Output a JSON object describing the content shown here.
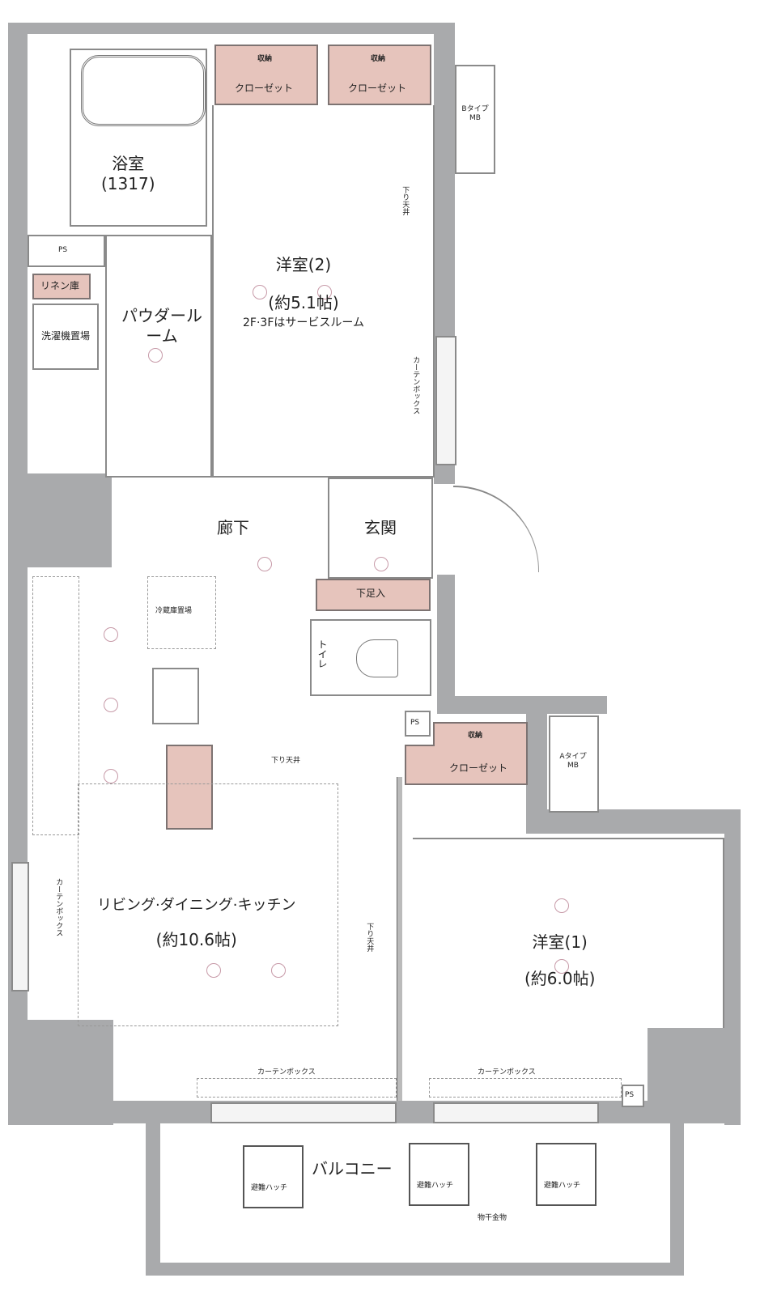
{
  "plan": {
    "colors": {
      "wall": "#a9aaac",
      "storage": "#e6c4bc",
      "outlet": "#8b1a2e"
    },
    "rooms": {
      "bathroom": {
        "name": "浴室",
        "size": "(1317)"
      },
      "closet_left": {
        "top": "収納",
        "name": "クローゼット"
      },
      "closet_right": {
        "top": "収納",
        "name": "クローゼット"
      },
      "western2": {
        "name": "洋室(2)",
        "size": "(約5.1帖)",
        "note": "2F·3Fはサービスルーム"
      },
      "powder": {
        "name": "パウダールーム"
      },
      "ps_top": "PS",
      "linen": "リネン庫",
      "washer": "洗濯機置場",
      "mb_b": "Bタイプ MB",
      "hall": "廊下",
      "entrance": "玄関",
      "shoe": "下足入",
      "toilet": "トイレ",
      "fridge": "冷蔵庫置場",
      "ps_mid": "PS",
      "closet_mid": {
        "top": "収納",
        "name": "クローゼット"
      },
      "mb_a": "Aタイプ MB",
      "ldk": {
        "name": "リビング·ダイニング·キッチン",
        "size": "(約10.6帖)"
      },
      "western1": {
        "name": "洋室(1)",
        "size": "(約6.0帖)"
      },
      "curtain1": "カーテンボックス",
      "curtain2": "カーテンボックス",
      "curtain3": "カーテンボックス",
      "curtain4": "カーテンボックス",
      "ceiling1": "下り天井",
      "ceiling2": "下り天井",
      "ceiling3": "下り天井",
      "ps_bottom": "PS",
      "balcony": "バルコニー",
      "hatch1": "避難ハッチ",
      "hatch2": "避難ハッチ",
      "hatch3": "避難ハッチ",
      "drying": "物干金物"
    }
  }
}
